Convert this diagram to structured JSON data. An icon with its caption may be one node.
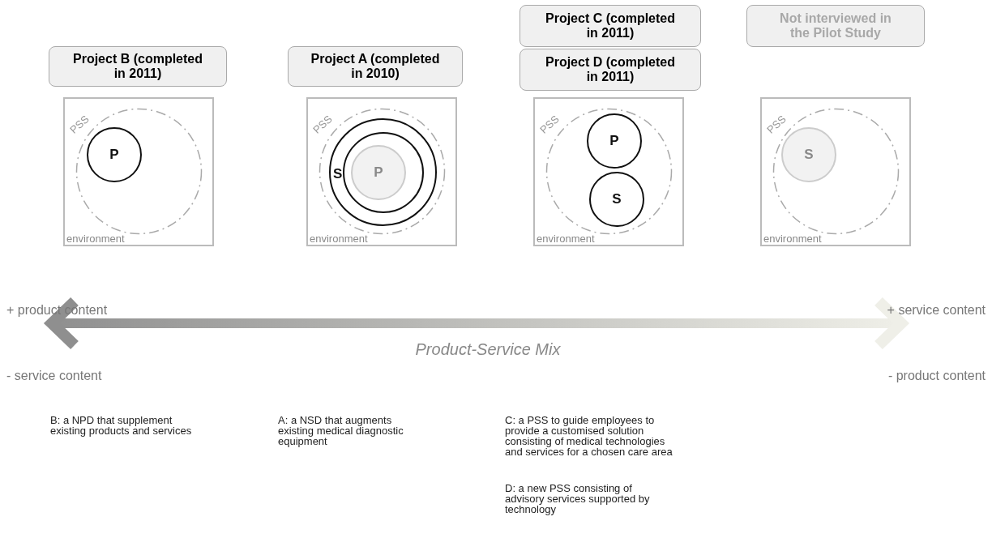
{
  "diagram": {
    "nodes": [
      {
        "text": [
          "Project B (completed in 2011)"
        ]
      },
      {
        "text": [
          "Project A (completed in 2010)"
        ]
      },
      {
        "text": [
          "Project C (completed in 2011)"
        ]
      },
      {
        "text": [
          "Project D (completed in 2011)"
        ]
      },
      {
        "text": [
          "Not interviewed in the Pilot Study"
        ]
      },
      {
        "text": [
          "environment"
        ]
      },
      {
        "text": [
          "PSS"
        ],
        "in": 5
      },
      {
        "text": [
          "P"
        ],
        "in": 6
      },
      {
        "text": [
          "environment"
        ]
      },
      {
        "text": [
          "PSS"
        ],
        "in": 8
      },
      {
        "text": [
          "S"
        ],
        "in": 9
      },
      {
        "text": [],
        "shape": "circle",
        "in": 10
      },
      {
        "text": [
          "P"
        ],
        "in": 11
      },
      {
        "text": [
          "environment"
        ]
      },
      {
        "text": [
          "PSS"
        ],
        "in": 13
      },
      {
        "text": [
          "P"
        ],
        "in": 14
      },
      {
        "text": [
          "S"
        ],
        "in": 14
      },
      {
        "text": [
          "environment"
        ]
      },
      {
        "text": [
          "PSS"
        ],
        "in": 17
      },
      {
        "text": [
          "S"
        ],
        "in": 18
      }
    ],
    "edges": [],
    "labels": [
      "+ product content",
      "+ service content",
      "Product-Service Mix",
      "- service content",
      "- product content",
      "B: a NPD that supplement existing products and services",
      "A: a NSD that augments existing medical diagnostic equipment",
      "C: a PSS to guide employees to provide a customised solution consisting of medical technologies and services for a chosen care area",
      "D: a new PSS consisting of advisory services supported by technology"
    ]
  }
}
